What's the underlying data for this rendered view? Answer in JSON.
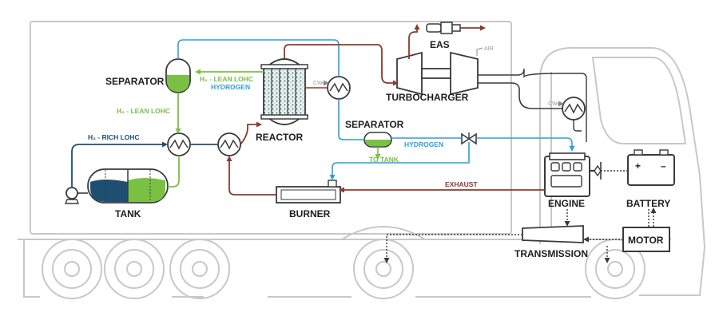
{
  "labels": {
    "eas": "EAS",
    "air": "AIR",
    "turbocharger": "TURBOCHARGER",
    "separator_top": "SEPARATOR",
    "separator_mid": "SEPARATOR",
    "h2_lean_lohc_top": "H₂ - LEAN LOHC",
    "hydrogen_top": "HYDROGEN",
    "h2_lean_lohc_left": "H₂ - LEAN LOHC",
    "h2_rich_lohc": "H₂ - RICH LOHC",
    "reactor": "REACTOR",
    "hydrogen_mid": "HYDROGEN",
    "to_tank": "TO TANK",
    "tank": "TANK",
    "burner": "BURNER",
    "exhaust": "EXHAUST",
    "engine": "ENGINE",
    "battery": "BATTERY",
    "motor": "MOTOR",
    "transmission": "TRANSMISSION",
    "cw_reactor": "CW",
    "cw_engine": "CW",
    "battery_plus": "+",
    "battery_minus": "–"
  },
  "colors": {
    "truck_outline": "#c8c8c8",
    "lean_lohc": "#7ac143",
    "rich_lohc": "#1e4f73",
    "hydrogen": "#2f9fd8",
    "exhaust": "#8a3b2c",
    "mechanical": "#3a3a3a",
    "label": "#1d1d1d"
  }
}
